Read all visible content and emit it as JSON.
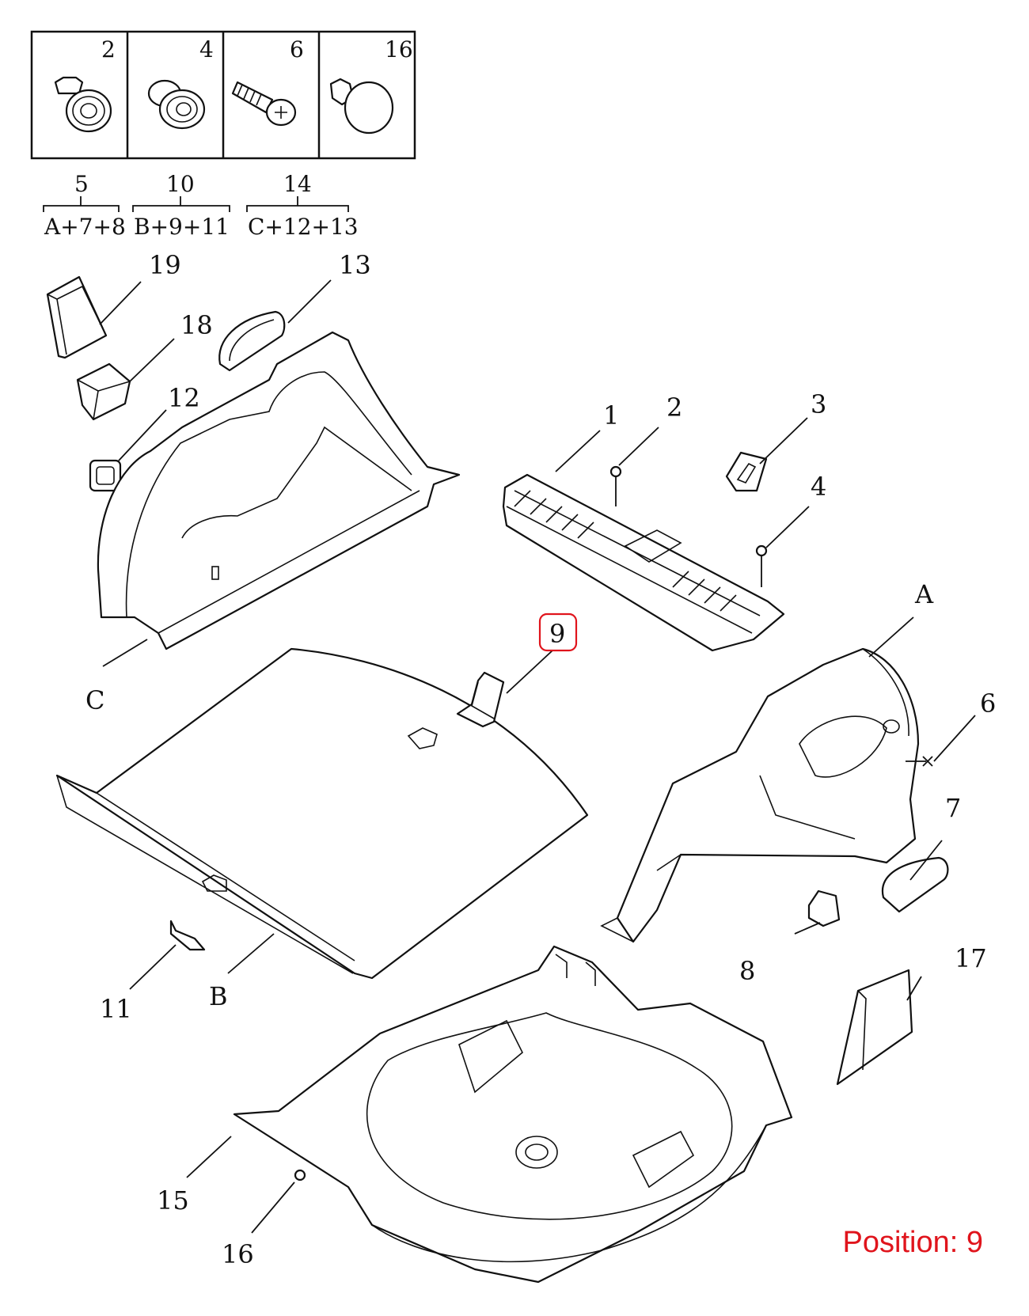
{
  "fastener_table": {
    "cells": [
      {
        "label": "2",
        "icon": "push-rivet-clip-icon"
      },
      {
        "label": "4",
        "icon": "grommet-clip-icon"
      },
      {
        "label": "6",
        "icon": "phillips-screw-icon"
      },
      {
        "label": "16",
        "icon": "cap-plug-clip-icon"
      }
    ],
    "groups": [
      {
        "number": "5",
        "formula": "A+7+8"
      },
      {
        "number": "10",
        "formula": "B+9+11"
      },
      {
        "number": "14",
        "formula": "C+12+13"
      }
    ]
  },
  "callouts": {
    "p1": "1",
    "p2": "2",
    "p3": "3",
    "p4": "4",
    "p6": "6",
    "p7": "7",
    "p8": "8",
    "p9": "9",
    "p11": "11",
    "p12": "12",
    "p13": "13",
    "p15": "15",
    "p16": "16",
    "p17": "17",
    "p18": "18",
    "p19": "19",
    "pA": "A",
    "pB": "B",
    "pC": "C"
  },
  "highlighted_callout": "9",
  "highlight_color": "#e0141c",
  "position_label": "Position: 9"
}
